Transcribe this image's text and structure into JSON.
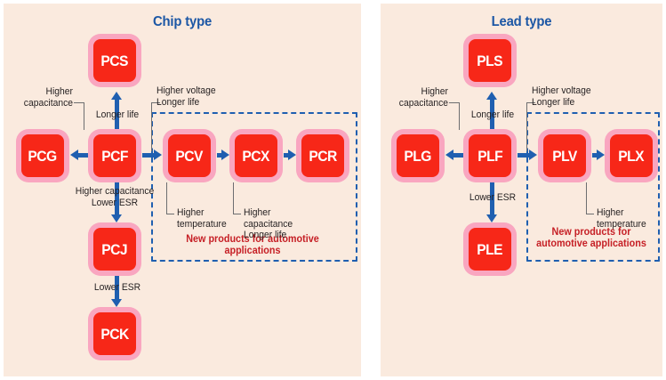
{
  "panels": [
    {
      "id": "chip",
      "title": "Chip type",
      "boxes": [
        {
          "key": "pcs",
          "label": "PCS"
        },
        {
          "key": "pcg",
          "label": "PCG"
        },
        {
          "key": "pcf",
          "label": "PCF"
        },
        {
          "key": "pcv",
          "label": "PCV"
        },
        {
          "key": "pcx",
          "label": "PCX"
        },
        {
          "key": "pcr",
          "label": "PCR"
        },
        {
          "key": "pcj",
          "label": "PCJ"
        },
        {
          "key": "pck",
          "label": "PCK"
        }
      ],
      "notes": {
        "higher_capacitance": "Higher\ncapacitance",
        "longer_life": "Longer life",
        "higher_voltage_longer_life": "Higher voltage\nLonger life",
        "higher_capacitance_lower_esr": "Higher capacitance\nLower ESR",
        "lower_esr": "Lower ESR",
        "higher_temperature": "Higher\ntemperature",
        "higher_capacitance_longer_life": "Higher\ncapacitance\nLonger life"
      },
      "callout": "New products for automotive applications"
    },
    {
      "id": "lead",
      "title": "Lead type",
      "boxes": [
        {
          "key": "pls",
          "label": "PLS"
        },
        {
          "key": "plg",
          "label": "PLG"
        },
        {
          "key": "plf",
          "label": "PLF"
        },
        {
          "key": "plv",
          "label": "PLV"
        },
        {
          "key": "plx",
          "label": "PLX"
        },
        {
          "key": "ple",
          "label": "PLE"
        }
      ],
      "notes": {
        "higher_capacitance": "Higher\ncapacitance",
        "longer_life": "Longer life",
        "higher_voltage_longer_life": "Higher voltage\nLonger life",
        "lower_esr": "Lower ESR",
        "higher_temperature": "Higher\ntemperature"
      },
      "callout": "New products for\nautomotive applications"
    }
  ],
  "colors": {
    "panel_bg": "#faeade",
    "box_outer": "#f9a6c0",
    "box_inner": "#f72718",
    "box_text": "#ffffff",
    "title_blue": "#1c57a5",
    "arrow_blue": "#1f5fb0",
    "callout_red": "#c62026",
    "leader_grey": "#6d6e70",
    "note_text": "#231f20"
  }
}
